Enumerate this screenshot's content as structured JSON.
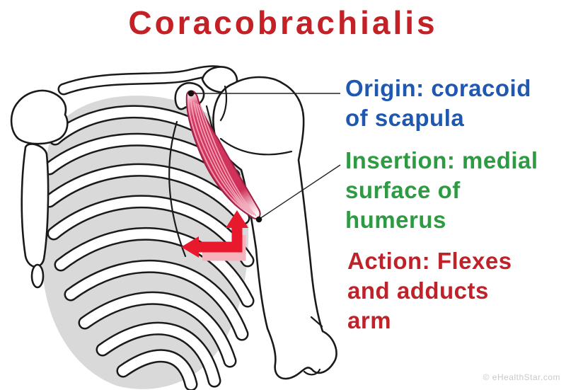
{
  "title": "Coracobrachialis",
  "labels": {
    "origin": {
      "text": "Origin: coracoid\nof scapula",
      "color": "#1e58b0"
    },
    "insertion": {
      "text": "Insertion: medial\nsurface of\nhumerus",
      "color": "#2d9b41"
    },
    "action": {
      "text": "Action: Flexes\nand adducts\narm",
      "color": "#c0222a"
    }
  },
  "watermark": "© eHealthStar.com",
  "colors": {
    "title_red": "#c42127",
    "origin_blue": "#1e58b0",
    "insertion_green": "#2d9b41",
    "action_red": "#c0222a",
    "muscle_red": "#d23a62",
    "muscle_outline": "#9e2044",
    "muscle_striation": "#f4aabc",
    "arrow_red": "#e8192c",
    "arrow_light": "#f5b3bd",
    "bone_fill": "#ffffff",
    "bone_outline": "#1a1a1a",
    "intercostal_gray": "#d9d9d9"
  },
  "diagram": {
    "muscle_name": "coracobrachialis",
    "origin_marker": "coracoid-of-scapula",
    "insertion_marker": "medial-surface-of-humerus"
  }
}
